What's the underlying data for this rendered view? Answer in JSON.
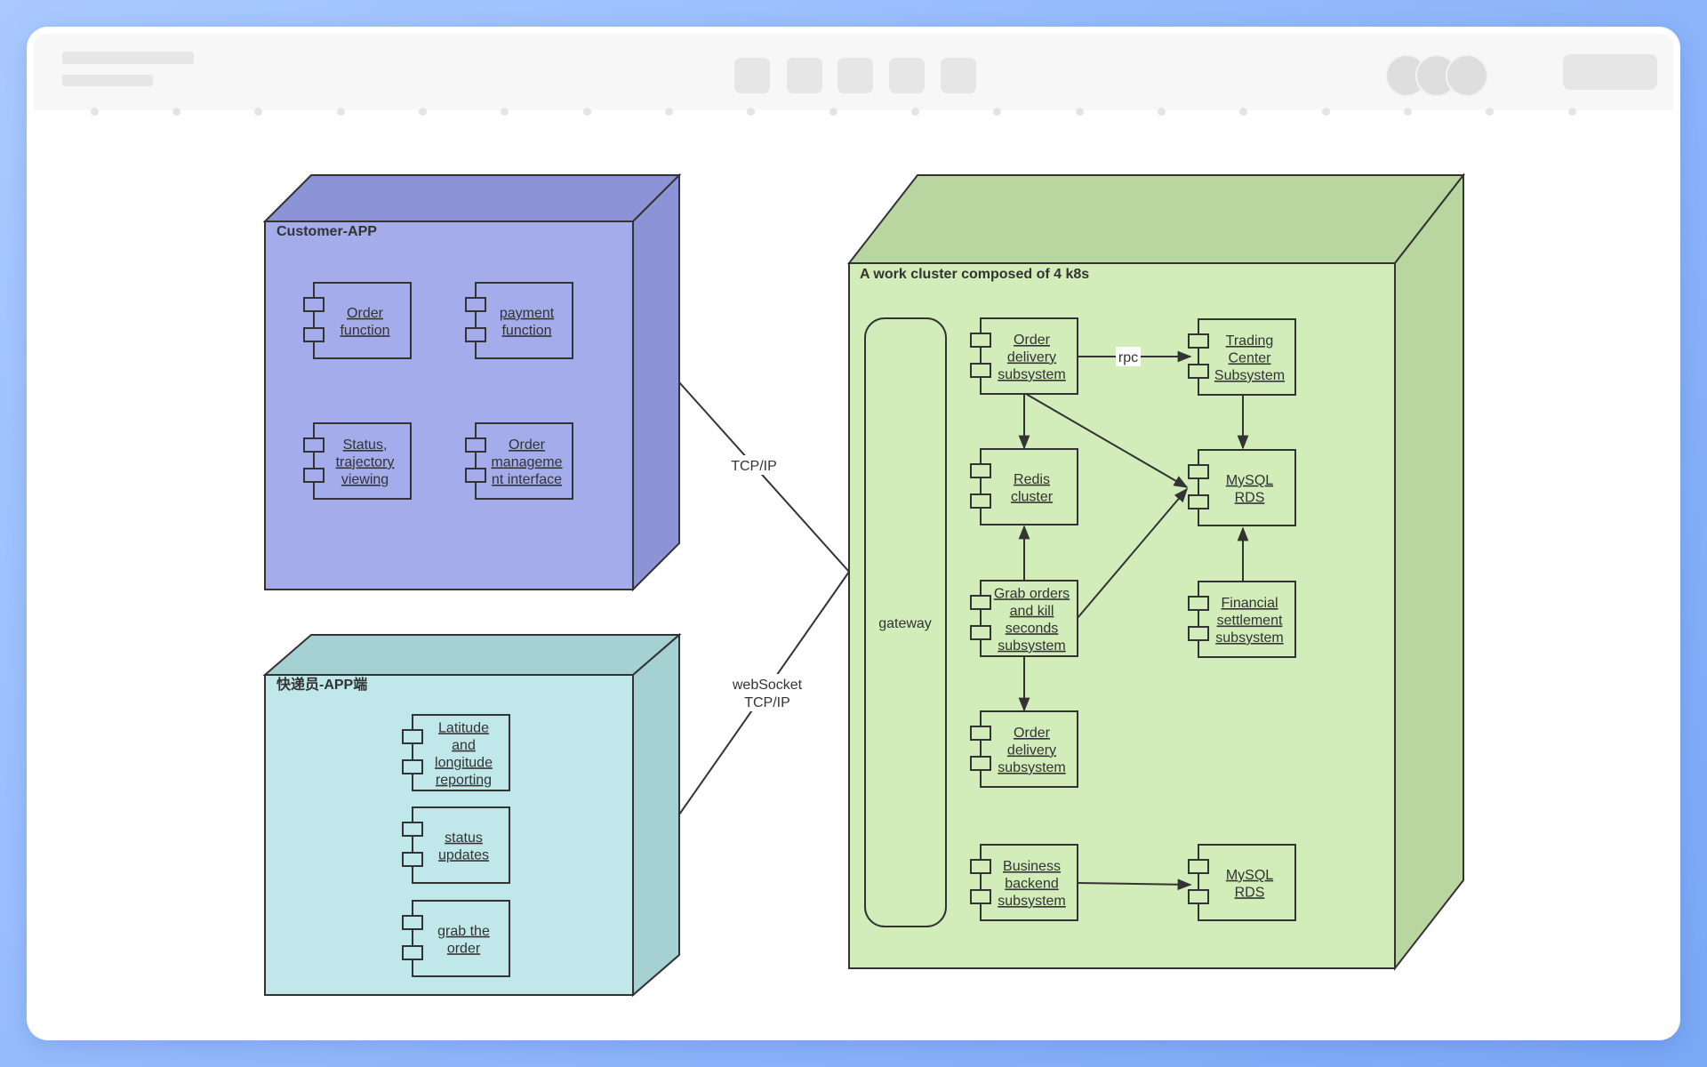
{
  "colors": {
    "customer_front": "#a4acec",
    "customer_side": "#8c93d6",
    "courier_front": "#c0e8ea",
    "courier_side": "#a5d1d3",
    "cluster_front": "#d2ecba",
    "cluster_side": "#b9d6a0",
    "stroke": "#333333"
  },
  "nodes": {
    "customer": {
      "title": "Customer-APP",
      "components": [
        {
          "lines": [
            "Order",
            "function"
          ]
        },
        {
          "lines": [
            "payment",
            "function"
          ]
        },
        {
          "lines": [
            "Status,",
            "trajectory",
            "viewing"
          ]
        },
        {
          "lines": [
            "Order",
            "manageme",
            "nt interface"
          ]
        }
      ]
    },
    "courier": {
      "title": "快递员-APP端",
      "components": [
        {
          "lines": [
            "Latitude",
            "and",
            "longitude",
            "reporting"
          ]
        },
        {
          "lines": [
            "status",
            "updates"
          ]
        },
        {
          "lines": [
            "grab the",
            "order"
          ]
        }
      ]
    },
    "cluster": {
      "title": "A work cluster composed of 4 k8s",
      "gateway": "gateway",
      "components": [
        {
          "lines": [
            "Order",
            "delivery",
            "subsystem"
          ]
        },
        {
          "lines": [
            "Trading",
            "Center",
            "Subsystem"
          ]
        },
        {
          "lines": [
            "Redis",
            "cluster"
          ]
        },
        {
          "lines": [
            "MySQL",
            "RDS"
          ]
        },
        {
          "lines": [
            "Grab orders",
            "and kill",
            "seconds",
            "subsystem"
          ]
        },
        {
          "lines": [
            "Financial",
            "settlement",
            "subsystem"
          ]
        },
        {
          "lines": [
            "Order",
            "delivery",
            "subsystem"
          ]
        },
        {
          "lines": [
            "Business",
            "backend",
            "subsystem"
          ]
        },
        {
          "lines": [
            "MySQL",
            "RDS"
          ]
        }
      ]
    }
  },
  "connections": {
    "customer_link": "TCP/IP",
    "courier_link_line1": "webSocket",
    "courier_link_line2": "TCP/IP",
    "rpc_label": "rpc"
  }
}
